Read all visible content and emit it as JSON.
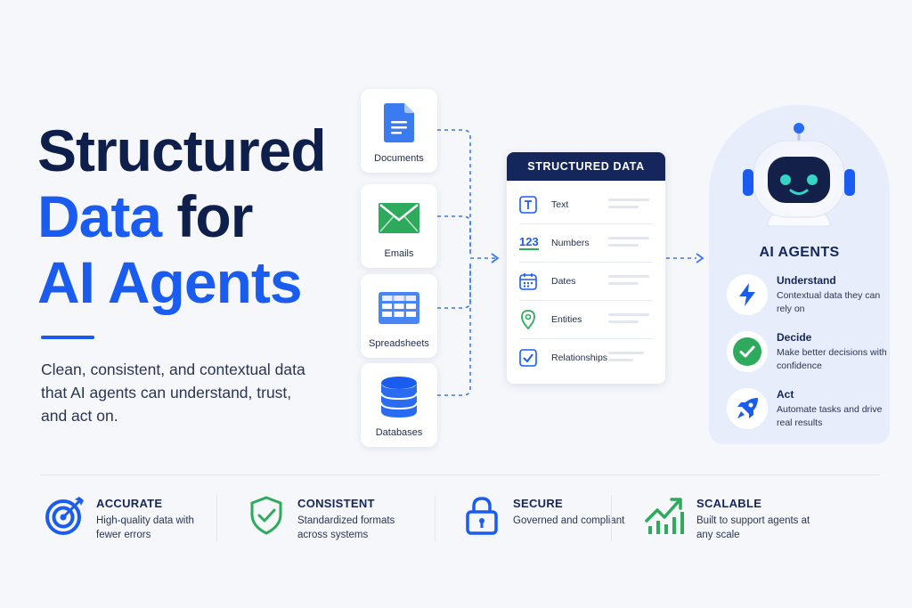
{
  "hero": {
    "title_line1": "Structured",
    "title_line2_a": "Data",
    "title_line2_b": "for",
    "title_line3": "AI Agents",
    "description": "Clean, consistent, and contextual data that AI agents can understand, trust, and act on."
  },
  "sources": [
    {
      "label": "Documents",
      "icon": "document-icon"
    },
    {
      "label": "Emails",
      "icon": "email-icon"
    },
    {
      "label": "Spreadsheets",
      "icon": "spreadsheet-icon"
    },
    {
      "label": "Databases",
      "icon": "database-icon"
    }
  ],
  "panel": {
    "title": "STRUCTURED DATA",
    "rows": [
      {
        "label": "Text",
        "icon": "text-icon"
      },
      {
        "label": "Numbers",
        "icon": "numbers-icon",
        "icon_text": "123"
      },
      {
        "label": "Dates",
        "icon": "calendar-icon"
      },
      {
        "label": "Entities",
        "icon": "location-pin-icon"
      },
      {
        "label": "Relationships",
        "icon": "checkbox-icon"
      }
    ]
  },
  "agents": {
    "title": "AI AGENTS",
    "items": [
      {
        "name": "Understand",
        "desc": "Contextual data they can rely on",
        "icon": "lightning-icon"
      },
      {
        "name": "Decide",
        "desc": "Make better decisions with confidence",
        "icon": "check-circle-icon"
      },
      {
        "name": "Act",
        "desc": "Automate tasks and drive real results",
        "icon": "rocket-icon"
      }
    ]
  },
  "features": [
    {
      "title": "ACCURATE",
      "desc": "High-quality data with fewer errors",
      "icon": "target-icon"
    },
    {
      "title": "CONSISTENT",
      "desc": "Standardized formats across systems",
      "icon": "shield-check-icon"
    },
    {
      "title": "SECURE",
      "desc": "Governed and compliant",
      "icon": "lock-icon"
    },
    {
      "title": "SCALABLE",
      "desc": "Built to support agents at any scale",
      "icon": "growth-chart-icon"
    }
  ],
  "colors": {
    "navy": "#0f1f4b",
    "blue": "#1a5cf0",
    "green": "#2eaa5c",
    "panel_header": "#14265c",
    "background": "#f5f7fb"
  }
}
